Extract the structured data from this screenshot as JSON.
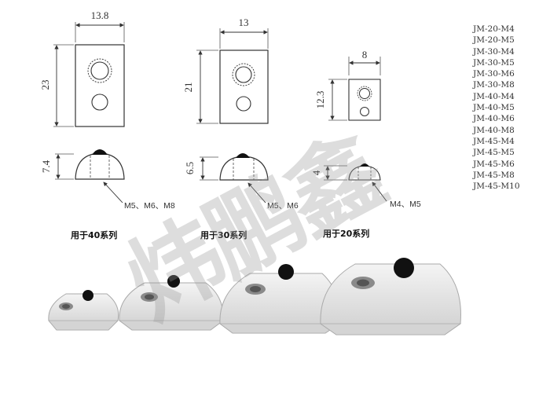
{
  "drawings": {
    "nut_40": {
      "width": "13.8",
      "height": "23",
      "side_height": "7.4",
      "threads": "M5、M6、M8",
      "caption": "用于40系列"
    },
    "nut_30": {
      "width": "13",
      "height": "21",
      "side_height": "6.5",
      "threads": "M5、M6",
      "caption": "用于30系列"
    },
    "nut_20": {
      "width": "8",
      "height": "12.3",
      "side_height": "4",
      "threads": "M4、M5",
      "caption": "用于20系列"
    }
  },
  "models": [
    "JM-20-M4",
    "JM-20-M5",
    "JM-30-M4",
    "JM-30-M5",
    "JM-30-M6",
    "JM-30-M8",
    "JM-40-M4",
    "JM-40-M5",
    "JM-40-M6",
    "JM-40-M8",
    "JM-45-M4",
    "JM-45-M5",
    "JM-45-M6",
    "JM-45-M8",
    "JM-45-M10"
  ],
  "watermark": "炜鹏鑫",
  "colors": {
    "line": "#333333",
    "part_fill": "#e6e6e6",
    "ball": "#111111",
    "watermark": "#969696"
  }
}
